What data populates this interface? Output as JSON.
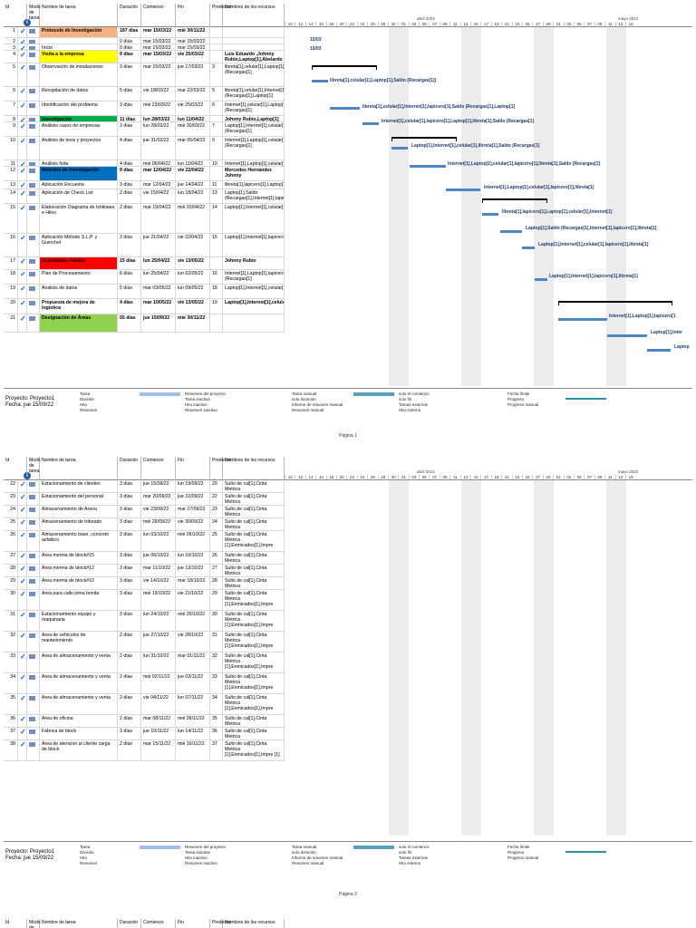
{
  "columns": {
    "id": "Id",
    "mode": "Modo de tarea",
    "name": "Nombre de tarea",
    "duration": "Duración",
    "start": "Comienzo",
    "end": "Fin",
    "pred": "Predeces",
    "resources": "Nombres de los recursos"
  },
  "timescale": {
    "month1": "abril 2022",
    "month2": "mayo 2022",
    "days": [
      "10",
      "12",
      "14",
      "16",
      "18",
      "20",
      "22",
      "24",
      "26",
      "28",
      "30",
      "01",
      "03",
      "05",
      "07",
      "09",
      "11",
      "13",
      "15",
      "17",
      "19",
      "21",
      "23",
      "25",
      "27",
      "29",
      "01",
      "03",
      "05",
      "07",
      "09",
      "11",
      "13",
      "15"
    ]
  },
  "page1": {
    "rows": [
      {
        "id": "1",
        "name": "Protocolo de Investigación",
        "dur": "187 días",
        "start": "mar 15/03/22",
        "end": "mié 30/11/22",
        "pred": "",
        "res": "",
        "bg": "#f4b183",
        "bold": true
      },
      {
        "id": "2",
        "name": "",
        "dur": "0 días",
        "start": "mar 15/03/22",
        "end": "mar 15/03/22",
        "pred": "",
        "res": ""
      },
      {
        "id": "3",
        "name": "Inicio",
        "dur": "0 días",
        "start": "mar 15/03/22",
        "end": "mar 15/03/22",
        "pred": "",
        "res": ""
      },
      {
        "id": "4",
        "name": "Visita a la empresa",
        "dur": "9 días",
        "start": "mar 15/03/22",
        "end": "vie 25/03/22",
        "pred": "",
        "res": "Luis Eduardo ,Johnny Rubio,Laptop[1],Abelardo",
        "bg": "#ffff00",
        "bold": true
      },
      {
        "id": "5",
        "name": "Observación de instalaciones",
        "dur": "3 días",
        "start": "mar 15/03/22",
        "end": "jue 17/03/22",
        "pred": "3",
        "res": "libreta[1],celular[1],Laptop[1],Saldo (Recargas[1]"
      },
      {
        "id": "6",
        "name": "Recopilación de datos",
        "dur": "5 días",
        "start": "vie 18/03/22",
        "end": "mar 22/03/22",
        "pred": "5",
        "res": "libreta[1],celular[1],Internet[1],Saldo (Recargas[1],Laptop[1]"
      },
      {
        "id": "7",
        "name": "Identificación del problema",
        "dur": "3 días",
        "start": "mié 23/03/22",
        "end": "vie 25/03/22",
        "pred": "6",
        "res": "Internet[1],celular[1],Laptop[1],libreta[1],Saldo (Recargas[1]"
      },
      {
        "id": "8",
        "name": "Investigación",
        "dur": "11 días",
        "start": "lun 28/03/22",
        "end": "lun 11/04/22",
        "pred": "",
        "res": "Johnny Rubio,Laptop[1]",
        "bg": "#00b050",
        "bold": true
      },
      {
        "id": "9",
        "name": "Análisis casos de empresas",
        "dur": "3 días",
        "start": "lun 28/03/22",
        "end": "mié 30/03/22",
        "pred": "7",
        "res": "Laptop[1],Internet[1],celular[1],libreta[1],Saldo (Recargas[1]"
      },
      {
        "id": "10",
        "name": "Análisis de tesis y proyectos",
        "dur": "4 días",
        "start": "jue 31/03/22",
        "end": "mar 05/04/22",
        "pred": "9",
        "res": "Internet[1],Laptop[1],celular[1],lapicero[1],libreta[1],Saldo (Recargas[1]"
      },
      {
        "id": "11",
        "name": "Análisis foda",
        "dur": "4 días",
        "start": "mié 06/04/22",
        "end": "lun 11/04/22",
        "pred": "10",
        "res": "Internet[1],Laptop[1],celular[1],lapicero[1],libreta[1]"
      },
      {
        "id": "12",
        "name": "Metodos de Investigación",
        "dur": "9 días",
        "start": "mar 12/04/22",
        "end": "vie 22/04/22",
        "pred": "",
        "res": "Mercedes Hernández Johnny",
        "bg": "#0070c0",
        "bold": true
      },
      {
        "id": "13",
        "name": "Aplicación Encuesta",
        "dur": "3 días",
        "start": "mar 12/04/22",
        "end": "jue 14/04/22",
        "pred": "11",
        "res": "libreta[1],lapicero[1],Laptop[1],celular[1],Internet[1]"
      },
      {
        "id": "14",
        "name": "Aplicación de Check List",
        "dur": "2 días",
        "start": "vie 15/04/22",
        "end": "lun 18/04/22",
        "pred": "13",
        "res": "Laptop[1],Saldo (Recargas[1],Internet[1],lapicero[1],libreta[1]"
      },
      {
        "id": "15",
        "name": "Elaboración Diagrama de Ishikawa e Hilos",
        "dur": "2 días",
        "start": "mar 19/04/22",
        "end": "mié 20/04/22",
        "pred": "14",
        "res": "Laptop[1],Internet[1],celular[1],lapicero[1],libreta[1]"
      },
      {
        "id": "16",
        "name": "Aplicación Método S.L.P. y Guerchet",
        "dur": "2 días",
        "start": "jue 21/04/22",
        "end": "vie 22/04/22",
        "pred": "15",
        "res": "Laptop[1],Internet[1],lapicero[1],libreta[1]"
      },
      {
        "id": "17",
        "name": "Actividades Finales",
        "dur": "15 días",
        "start": "lun 25/04/22",
        "end": "vie 13/05/22",
        "pred": "",
        "res": "Johnny Rubio",
        "bg": "#ff0000",
        "bold": true
      },
      {
        "id": "18",
        "name": "Plan de Procesamiento",
        "dur": "6 días",
        "start": "lun 25/04/22",
        "end": "lun 02/05/22",
        "pred": "16",
        "res": "Internet[1],Laptop[1],lapicero[1],Saldo (Recargas[1]"
      },
      {
        "id": "19",
        "name": "Análisis de datos",
        "dur": "5 días",
        "start": "mar 03/05/22",
        "end": "lun 09/05/22",
        "pred": "18",
        "res": "Laptop[1],Internet[1],celular[1]"
      },
      {
        "id": "20",
        "name": "Propuesta de mejora de logística",
        "dur": "4 días",
        "start": "mar 10/05/22",
        "end": "vie 13/05/22",
        "pred": "19",
        "res": "Laptop[1],Internet[1],celular[1]",
        "bold": true
      },
      {
        "id": "21",
        "name": "Designación de Áreas",
        "dur": "55 días",
        "start": "jue 15/09/22",
        "end": "mié 30/11/22",
        "pred": "",
        "res": "",
        "bg": "#92d050",
        "bold": true
      }
    ],
    "labels": {
      "m1": "15/03",
      "m2": "15/03",
      "r5": "libreta[1],celular[1],Laptop[1],Saldo (Recargas[1])",
      "r6": "libreta[1],celular[1],Internet[1],lapicero[1],Saldo (Recargas[1],Laptop[1]",
      "r7": "Internet[1],celular[1],lapicero[1],Laptop[1],libreta[1],Saldo (Recargas[1]",
      "r9": "Laptop[1],Internet[1],celular[1],libreta[1],Saldo (Recargas[1]",
      "r10": "Internet[1],Laptop[1],celular[1],lapicero[1],libreta[1],Saldo (Recargas[1]",
      "r11": "Internet[1],Laptop[1],celular[1],lapicero[1],libreta[1]",
      "r13": "libreta[1],lapicero[1],Laptop[1],celular[1],Internet[1]",
      "r14": "Laptop[1],Saldo (Recargas[1],Internet[1],lapicero[1],libreta[1]",
      "r15": "Laptop[1],Internet[1],celular[1],lapicero[1],libreta[1]",
      "r16": "Laptop[1],Internet[1],lapicero[1],libreta[1]",
      "r18": "Internet[1],Laptop[1],lapicero[1",
      "r19": "Laptop[1],Inter",
      "r20": "Laptop"
    },
    "page_label": "Página 1"
  },
  "page2": {
    "rows": [
      {
        "id": "22",
        "name": "Estacionamiento de clientes",
        "dur": "3 días",
        "start": "jue 15/09/22",
        "end": "lun 19/09/22",
        "pred": "20",
        "res": "Sulto de cal[1],Cinta Metrica"
      },
      {
        "id": "23",
        "name": "Estacionamiento del personal",
        "dur": "3 días",
        "start": "mar 20/09/22",
        "end": "jue 22/09/22",
        "pred": "22",
        "res": "Sulto de cal[1],Cinta Metrica"
      },
      {
        "id": "24",
        "name": "Almacenamiento de Arena",
        "dur": "3 días",
        "start": "vie 23/09/22",
        "end": "mar 27/09/22",
        "pred": "23",
        "res": "Sulto de cal[1],Cinta Metrica"
      },
      {
        "id": "25",
        "name": "Almacenamiento de triturado",
        "dur": "3 días",
        "start": "mié 28/09/22",
        "end": "vie 30/09/22",
        "pred": "24",
        "res": "Sulto de cal[1],Cinta Metrica"
      },
      {
        "id": "26",
        "name": "Almacenamiento base, concreto asfaltico",
        "dur": "3 días",
        "start": "lun 03/10/22",
        "end": "mié 05/10/22",
        "pred": "25",
        "res": "Sulto de cal[1],Cinta Metrica [1],Enmicados[1],Impre"
      },
      {
        "id": "27",
        "name": "Área merma de block#15",
        "dur": "3 días",
        "start": "jue 06/10/22",
        "end": "lun 10/10/22",
        "pred": "26",
        "res": "Sulto de cal[1],Cinta Metrica"
      },
      {
        "id": "28",
        "name": "Área merma de block#12",
        "dur": "3 días",
        "start": "mar 11/10/22",
        "end": "jue 13/10/22",
        "pred": "27",
        "res": "Sulto de cal[1],Cinta Metrica"
      },
      {
        "id": "29",
        "name": "Área merma de block#10",
        "dur": "3 días",
        "start": "vie 14/10/22",
        "end": "mar 18/10/22",
        "pred": "28",
        "res": "Sulto de cal[1],Cinta Metrica"
      },
      {
        "id": "30",
        "name": "Area para calle,loma bonita",
        "dur": "3 días",
        "start": "mié 19/10/22",
        "end": "vie 21/10/22",
        "pred": "29",
        "res": "Sulto de cal[1],Cinta Metrica [1],Enmicados[1],Impre"
      },
      {
        "id": "31",
        "name": "Estacionamiento equipo y maquinaria",
        "dur": "3 días",
        "start": "lun 24/10/22",
        "end": "mié 26/10/22",
        "pred": "30",
        "res": "Sulto de cal[1],Cinta Metrica [1],Enmicados[1],Impre"
      },
      {
        "id": "32",
        "name": "Area de vehiculos de mantenimiento",
        "dur": "2 días",
        "start": "jue 27/10/22",
        "end": "vie 28/10/22",
        "pred": "31",
        "res": "Sulto de cal[1],Cinta Metrica [1],Enmicados[1],Impre"
      },
      {
        "id": "33",
        "name": "Area de almacenamiento y venta",
        "dur": "2 días",
        "start": "lun 31/10/22",
        "end": "mar 01/11/22",
        "pred": "32",
        "res": "Sulto de cal[1],Cinta Metrica [1],Enmicados[1],Impre"
      },
      {
        "id": "34",
        "name": "Area de almacenamiento y venta",
        "dur": "2 días",
        "start": "mié 02/11/22",
        "end": "jue 03/11/22",
        "pred": "33",
        "res": "Sulto de cal[1],Cinta Metrica [1],Enmicados[1],Impre"
      },
      {
        "id": "35",
        "name": "Area de almacenamiento y venta",
        "dur": "2 días",
        "start": "vie 04/11/22",
        "end": "lun 07/11/22",
        "pred": "34",
        "res": "Sulto de cal[1],Cinta Metrica [1],Enmicados[1],Impre"
      },
      {
        "id": "36",
        "name": "Area de oficina",
        "dur": "2 días",
        "start": "mar 08/11/22",
        "end": "mié 09/11/22",
        "pred": "35",
        "res": "Sulto de cal[1],Cinta Metrica"
      },
      {
        "id": "37",
        "name": "Fábrica de block",
        "dur": "3 días",
        "start": "jue 10/11/22",
        "end": "lun 14/11/22",
        "pred": "36",
        "res": "Sulto de cal[1],Cinta Metrica"
      },
      {
        "id": "38",
        "name": "Área de atencion al cliente carga de block",
        "dur": "2 días",
        "start": "mar 15/11/22",
        "end": "mié 16/11/22",
        "pred": "37",
        "res": "Sulto de cal[1],Cinta Metrica [1],Enmicados[1],Impre [1]"
      }
    ],
    "page_label": "Página 2"
  },
  "legend": {
    "project": "Proyecto: Proyecto1",
    "date": "Fecha: jue 15/09/22",
    "col1": [
      "Tarea",
      "División",
      "Hito",
      "Resumen"
    ],
    "col2": [
      "Resumen del proyecto",
      "Tarea inactiva",
      "Hito inactivo",
      "Resumen inactivo"
    ],
    "col3": [
      "Tarea manual",
      "solo duración",
      "Informe de resumen manual",
      "Resumen manual"
    ],
    "col4": [
      "solo el comienzo",
      "solo fin",
      "Tareas externas",
      "Hito externo"
    ],
    "col5": [
      "Fecha límite",
      "Progreso",
      "Progreso manual"
    ]
  },
  "colors": {
    "bar": "#4a86c8",
    "check": "#1e5fa8"
  }
}
